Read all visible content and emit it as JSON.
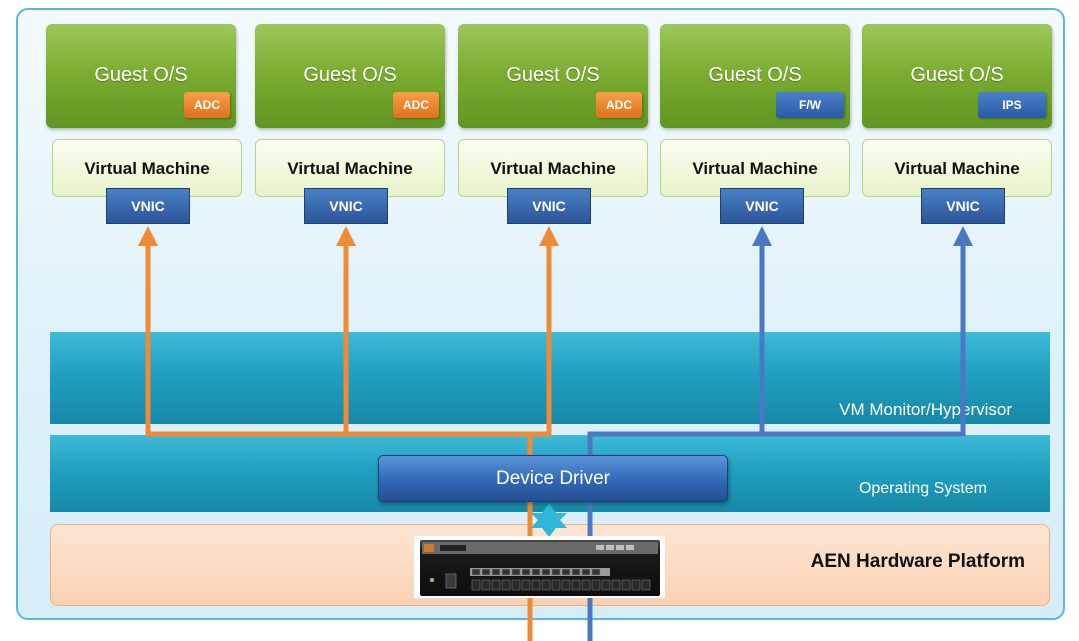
{
  "guests": [
    {
      "title": "Guest O/S",
      "badge": "ADC"
    },
    {
      "title": "Guest O/S",
      "badge": "ADC"
    },
    {
      "title": "Guest O/S",
      "badge": "ADC"
    },
    {
      "title": "Guest O/S",
      "badge": "F/W"
    },
    {
      "title": "Guest O/S",
      "badge": "IPS"
    }
  ],
  "vms": [
    {
      "title": "Virtual Machine",
      "vnic": "VNIC"
    },
    {
      "title": "Virtual Machine",
      "vnic": "VNIC"
    },
    {
      "title": "Virtual Machine",
      "vnic": "VNIC"
    },
    {
      "title": "Virtual Machine",
      "vnic": "VNIC"
    },
    {
      "title": "Virtual Machine",
      "vnic": "VNIC"
    }
  ],
  "layers": {
    "hypervisor": "VM Monitor/Hypervisor",
    "os": "Operating System",
    "driver": "Device Driver",
    "hardware": "AEN Hardware Platform"
  },
  "colors": {
    "orange_path": "#f08a34",
    "blue_path": "#4a79c2",
    "frame_border": "#5cb9cf",
    "guest_green": "#79ab2f",
    "adc_badge": "#e2701b",
    "fw_ips_badge": "#2a5aa3"
  }
}
